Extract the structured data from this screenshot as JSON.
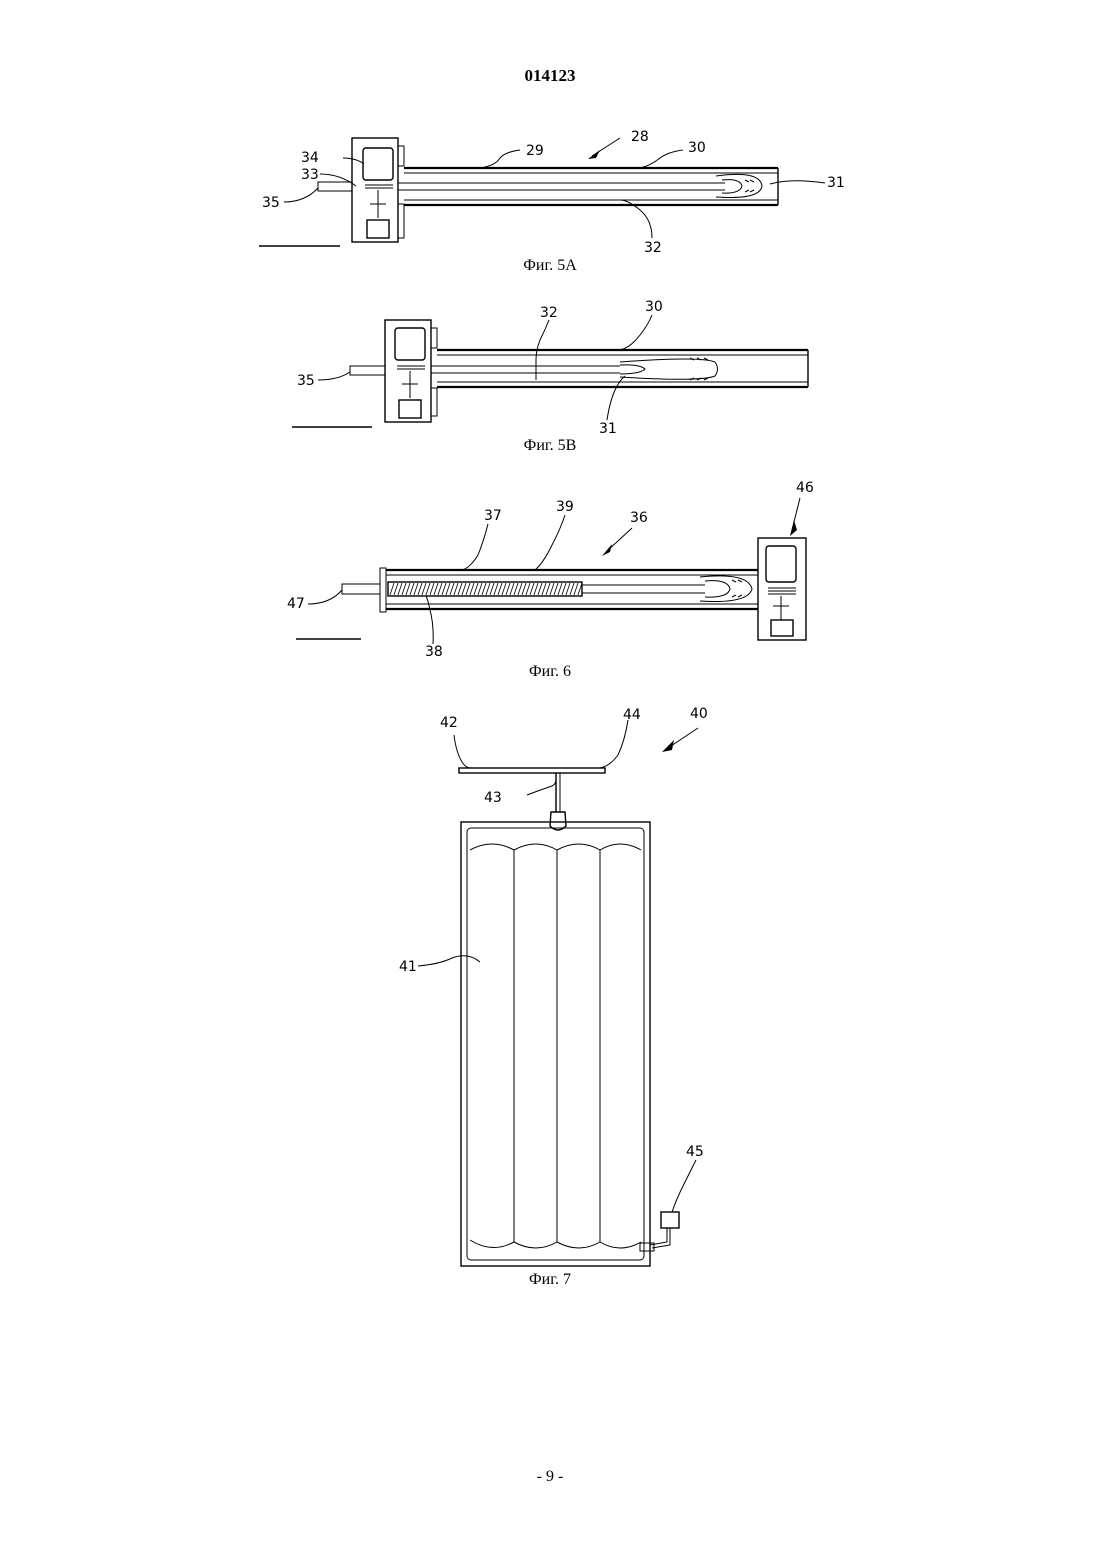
{
  "header": {
    "doc_number": "014123"
  },
  "figures": {
    "fig5a": {
      "caption": "Фиг. 5A",
      "labels": {
        "l34": "34",
        "l33": "33",
        "l35": "35",
        "l29": "29",
        "l28": "28",
        "l30": "30",
        "l31": "31",
        "l32": "32"
      }
    },
    "fig5b": {
      "caption": "Фиг. 5B",
      "labels": {
        "l35": "35",
        "l32": "32",
        "l30": "30",
        "l31": "31"
      }
    },
    "fig6": {
      "caption": "Фиг. 6",
      "labels": {
        "l37": "37",
        "l39": "39",
        "l36": "36",
        "l46": "46",
        "l47": "47",
        "l38": "38"
      }
    },
    "fig7": {
      "caption": "Фиг. 7",
      "labels": {
        "l42": "42",
        "l44": "44",
        "l40": "40",
        "l43": "43",
        "l41": "41",
        "l45": "45"
      }
    }
  },
  "footer": {
    "page_number": "- 9 -"
  }
}
